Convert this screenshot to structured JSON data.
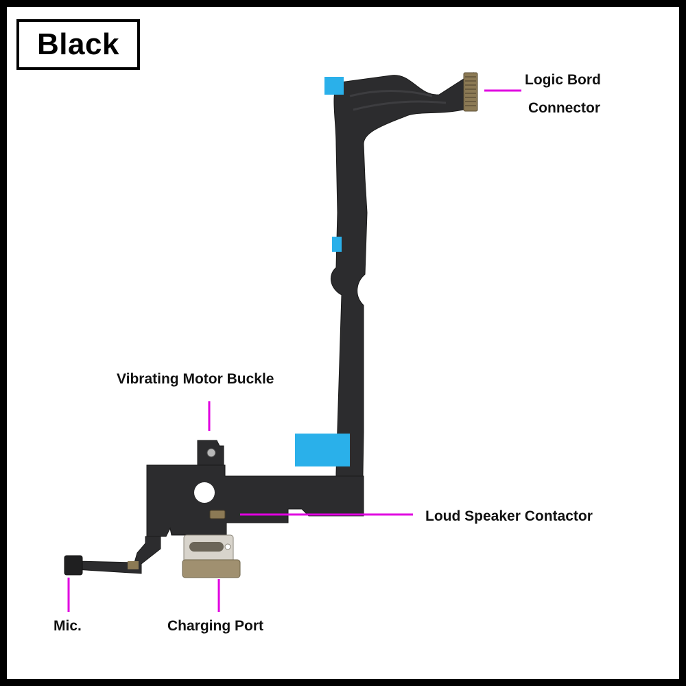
{
  "badge": {
    "text": "Black"
  },
  "labels": {
    "logic_board_line1": "Logic Bord",
    "logic_board_line2": "Connector",
    "vibrating_motor": "Vibrating Motor Buckle",
    "loud_speaker": "Loud Speaker Contactor",
    "mic": "Mic.",
    "charging_port": "Charging Port"
  },
  "colors": {
    "frame": "#000000",
    "background": "#ffffff",
    "flex_cable": "#2c2c2e",
    "callout_line": "#e000e0",
    "tape_blue": "#2ab0ea",
    "port_metal": "#a09070",
    "port_plate": "#d8d4cc",
    "connector_gold": "#8c7a55"
  }
}
